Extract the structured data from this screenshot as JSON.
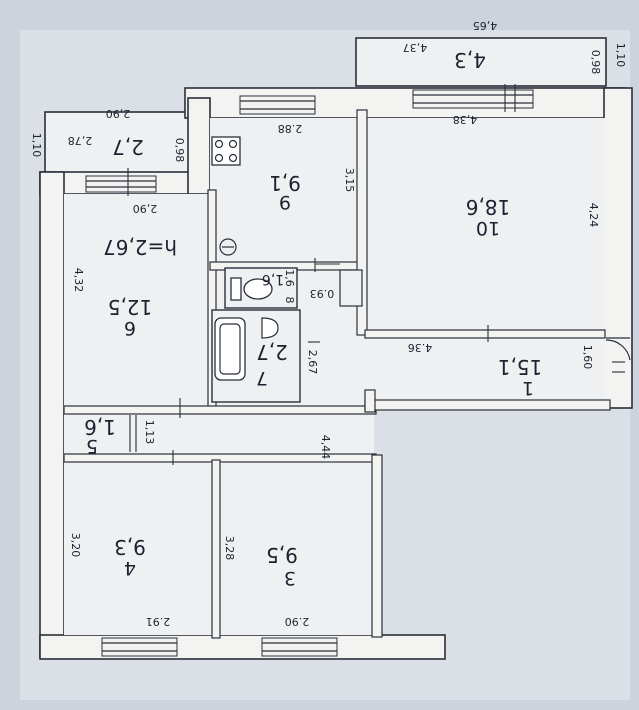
{
  "dims": {
    "d_465": "4,65",
    "d_437": "4,37",
    "d_110_top": "1,10",
    "d_098_top": "0,98",
    "d_290_top": "2,90",
    "d_278": "2,78",
    "d_110_left": "1,10",
    "d_098_left": "0,98",
    "d_288": "2.88",
    "d_438": "4,38",
    "d_315": "3,15",
    "d_424": "4,24",
    "d_290_b": "2,90",
    "d_432": "4,32",
    "d_16_wc": "1,6",
    "d_8_wc": "8",
    "d_093": "0.93",
    "d_436": "4.36",
    "d_160": "1,60",
    "d_267": "2,67",
    "d_113": "1,13",
    "d_444": "4,44",
    "d_320": "3,20",
    "d_328": "3,28",
    "d_291": "2.91",
    "d_290_c": "2.90"
  },
  "rooms": {
    "balcony_top_area": "4,3",
    "balcony_left_area": "2,7",
    "r9_num": "9",
    "r9_area": "9,1",
    "r10_num": "10",
    "r10_area": "18,6",
    "r6_num": "6",
    "r6_area": "12,5",
    "height_note": "h=2,67",
    "r8_area": "1,6",
    "r7_num": "7",
    "r7_area": "2,7",
    "r1_num": "1",
    "r1_area": "15,1",
    "r5_num": "5",
    "r5_area": "1,6",
    "r4_num": "4",
    "r4_area": "9,3",
    "r3_num": "3",
    "r3_area": "9,5"
  }
}
